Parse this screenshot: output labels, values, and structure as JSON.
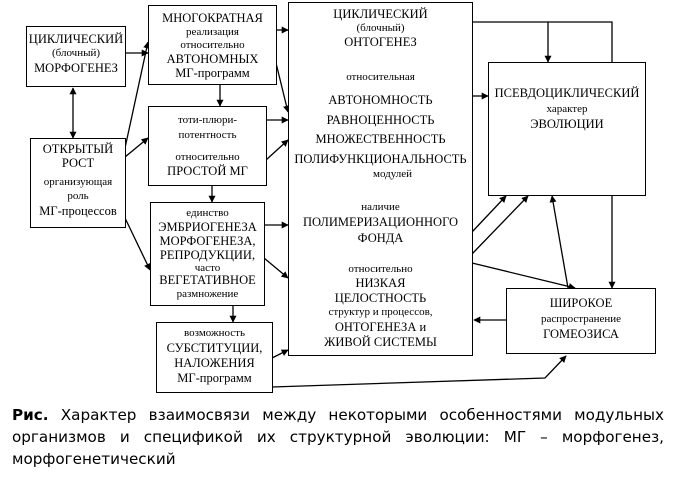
{
  "boxes": {
    "cyclic_morphogenesis": {
      "l1": "ЦИКЛИЧЕСКИЙ",
      "l2": "(блочный)",
      "l3": "МОРФОГЕНЕЗ"
    },
    "multiple_realization": {
      "l1": "МНОГОКРАТНАЯ",
      "l2": "реализация",
      "l3": "относительно",
      "l4": "АВТОНОМНЫХ",
      "l5": "МГ-программ"
    },
    "open_growth": {
      "l1": "ОТКРЫТЫЙ",
      "l2": "РОСТ",
      "l3": "организующая",
      "l4": "роль",
      "l5": "МГ-процессов"
    },
    "totipotency": {
      "l1": "тоти-плюри-",
      "l2": "потентность",
      "l3": "относительно",
      "l4": "ПРОСТОЙ МГ"
    },
    "unity": {
      "l1": "единство",
      "l2": "ЭМБРИОГЕНЕЗА",
      "l3": "МОРФОГЕНЕЗА,",
      "l4": "РЕПРОДУКЦИИ,",
      "l5": "часто",
      "l6": "ВЕГЕТАТИВНОЕ",
      "l7": "размножение"
    },
    "substitution": {
      "l1": "возможность",
      "l2": "СУБСТИТУЦИИ,",
      "l3": "НАЛОЖЕНИЯ",
      "l4": "МГ-программ"
    },
    "cyclic_ontogenesis": {
      "l1": "ЦИКЛИЧЕСКИЙ",
      "l2": "(блочный)",
      "l3": "ОНТОГЕНЕЗ",
      "s1": "относительная",
      "s2": "АВТОНОМНОСТЬ",
      "s3": "РАВНОЦЕННОСТЬ",
      "s4": "МНОЖЕСТВЕННОСТЬ",
      "s5": "ПОЛИФУНКЦИОНАЛЬНОСТЬ",
      "s6": "модулей",
      "p1": "наличие",
      "p2": "ПОЛИМЕРИЗАЦИОННОГО",
      "p3": "ФОНДА",
      "n1": "относительно",
      "n2": "НИЗКАЯ",
      "n3": "ЦЕЛОСТНОСТЬ",
      "n4": "структур и процессов,",
      "n5": "ОНТОГЕНЕЗА и",
      "n6": "ЖИВОЙ СИСТЕМЫ"
    },
    "pseudocyclic": {
      "l1": "ПСЕВДОЦИКЛИЧЕСКИЙ",
      "l2": "характер",
      "l3": "ЭВОЛЮЦИИ"
    },
    "homeosis": {
      "l1": "ШИРОКОЕ",
      "l2": "распространение",
      "l3": "ГОМЕОЗИСА"
    }
  },
  "caption": {
    "label": "Рис.",
    "text": " Характер взаимосвязи между некоторыми особенностями модульных организмов и спецификой их структурной эволюции: МГ – морфогенез, морфогенетический"
  }
}
